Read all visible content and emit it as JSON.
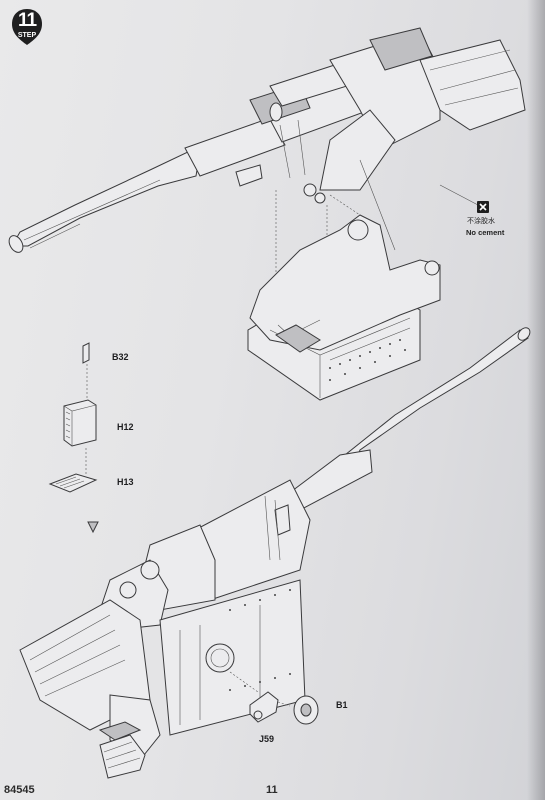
{
  "step": {
    "number": "11",
    "word": "STEP"
  },
  "no_cement": {
    "chinese": "不涂胶水",
    "english": "No cement"
  },
  "part_labels": {
    "b32": "B32",
    "h12": "H12",
    "h13": "H13",
    "b1": "B1",
    "j59": "J59"
  },
  "footer": {
    "kit_number": "84545",
    "page_number": "11"
  }
}
